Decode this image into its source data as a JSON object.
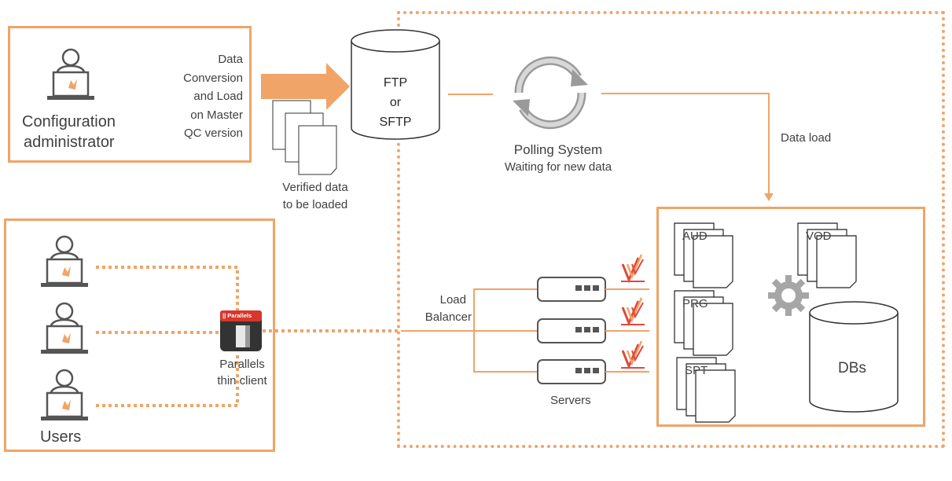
{
  "colors": {
    "accent": "#f0a467",
    "line": "#f0a467",
    "outline": "#555555",
    "text": "#404040"
  },
  "config_admin": {
    "label_line1": "Configuration",
    "label_line2": "administrator",
    "icon": "laptop-user-icon"
  },
  "conversion": {
    "line1": "Data",
    "line2": "Conversion",
    "line3": "and Load",
    "line4": "on Master",
    "line5": "QC version"
  },
  "verified": {
    "line1": "Verified data",
    "line2": "to be loaded",
    "icon": "document-stack-icon"
  },
  "ftp": {
    "line1": "FTP",
    "line2": "or",
    "line3": "SFTP",
    "icon": "database-cylinder-icon"
  },
  "polling": {
    "title": "Polling System",
    "subtitle": "Waiting for new data",
    "icon": "refresh-cycle-icon"
  },
  "data_load": "Data load",
  "users": {
    "label": "Users",
    "icon": "laptop-user-icon"
  },
  "parallels": {
    "logo_text": "|| Parallels",
    "line1": "Parallels",
    "line2": "thin client"
  },
  "load_balancer": {
    "line1": "Load",
    "line2": "Balancer"
  },
  "servers": {
    "label": "Servers",
    "icon": "server-icon"
  },
  "databases": {
    "docs": [
      "AUD",
      "VOD",
      "PRG",
      "SPT"
    ],
    "dbs_label": "DBs",
    "gear_icon": "gear-icon"
  }
}
